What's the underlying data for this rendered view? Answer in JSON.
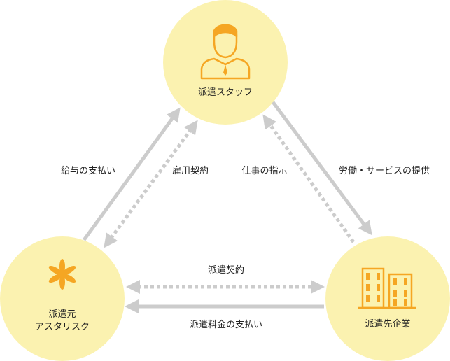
{
  "colors": {
    "circle_fill": "#fbf2b0",
    "icon_orange": "#f5a623",
    "arrow_gray": "#cccccc"
  },
  "nodes": {
    "staff": {
      "label": "派遣スタッフ",
      "icon": "person-icon"
    },
    "agency": {
      "label_line1": "派遣元",
      "label_line2": "アスタリスク",
      "icon": "asterisk-flower-icon"
    },
    "client": {
      "label": "派遣先企業",
      "icon": "building-icon"
    }
  },
  "edges": {
    "salary_payment": "給与の支払い",
    "employment_contract": "雇用契約",
    "work_instruction": "仕事の指示",
    "labor_service": "労働・サービスの提供",
    "dispatch_contract": "派遣契約",
    "dispatch_fee_payment": "派遣料金の支払い"
  }
}
